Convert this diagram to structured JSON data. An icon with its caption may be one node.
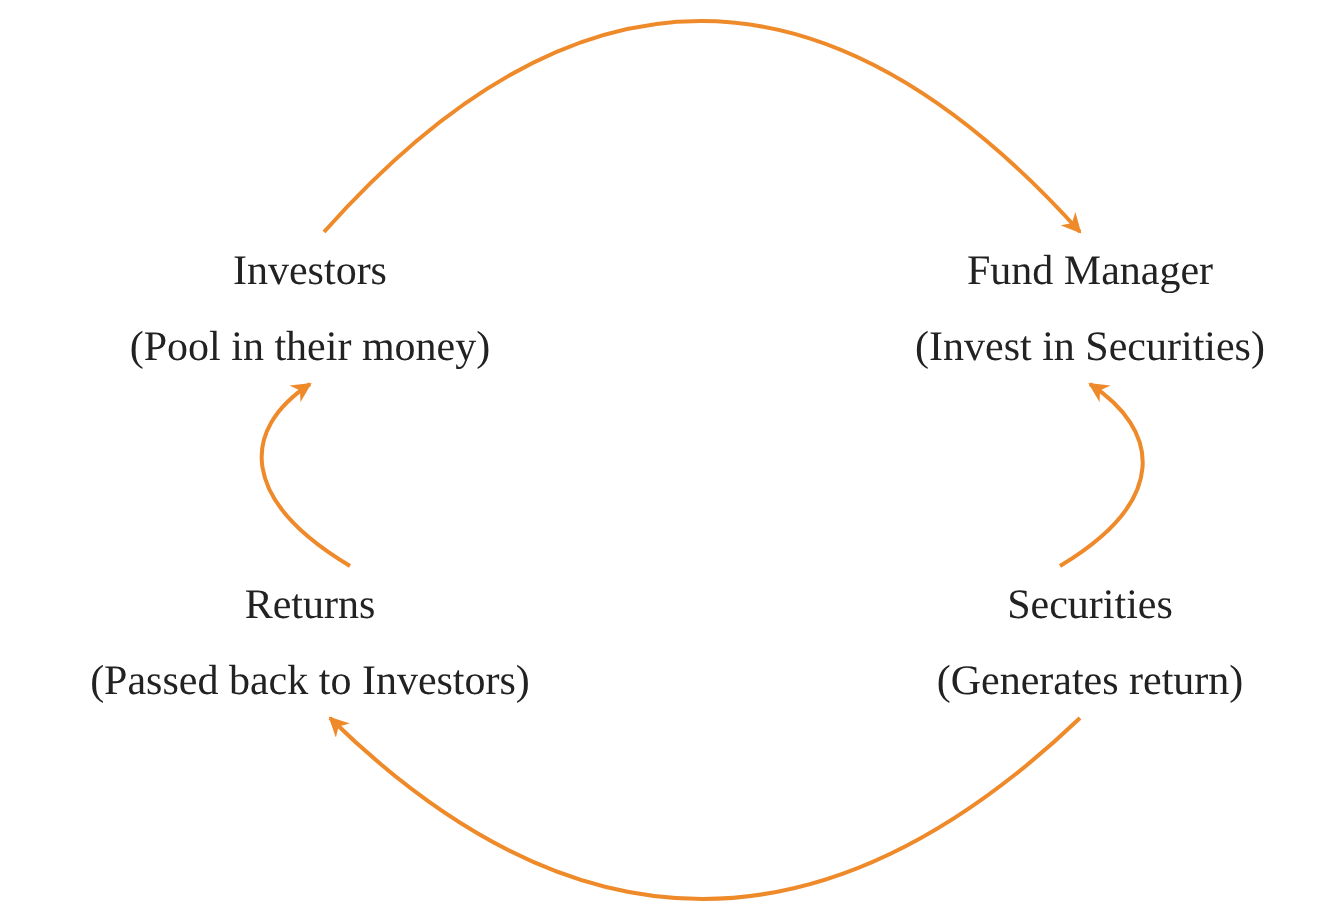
{
  "diagram": {
    "nodes": [
      {
        "text": [
          "Investors",
          "(Pool in their money)"
        ]
      },
      {
        "text": [
          "Fund Manager",
          "(Invest in Securities)"
        ]
      },
      {
        "text": [
          "Returns",
          "(Passed back to Investors)"
        ]
      },
      {
        "text": [
          "Securities",
          "(Generates return)"
        ]
      }
    ],
    "edges": [
      {
        "from": 0,
        "to": 1,
        "arrow": "to"
      },
      {
        "from": 3,
        "to": 1,
        "arrow": "to"
      },
      {
        "from": 3,
        "to": 2,
        "arrow": "to"
      },
      {
        "from": 2,
        "to": 0,
        "arrow": "to"
      }
    ]
  }
}
